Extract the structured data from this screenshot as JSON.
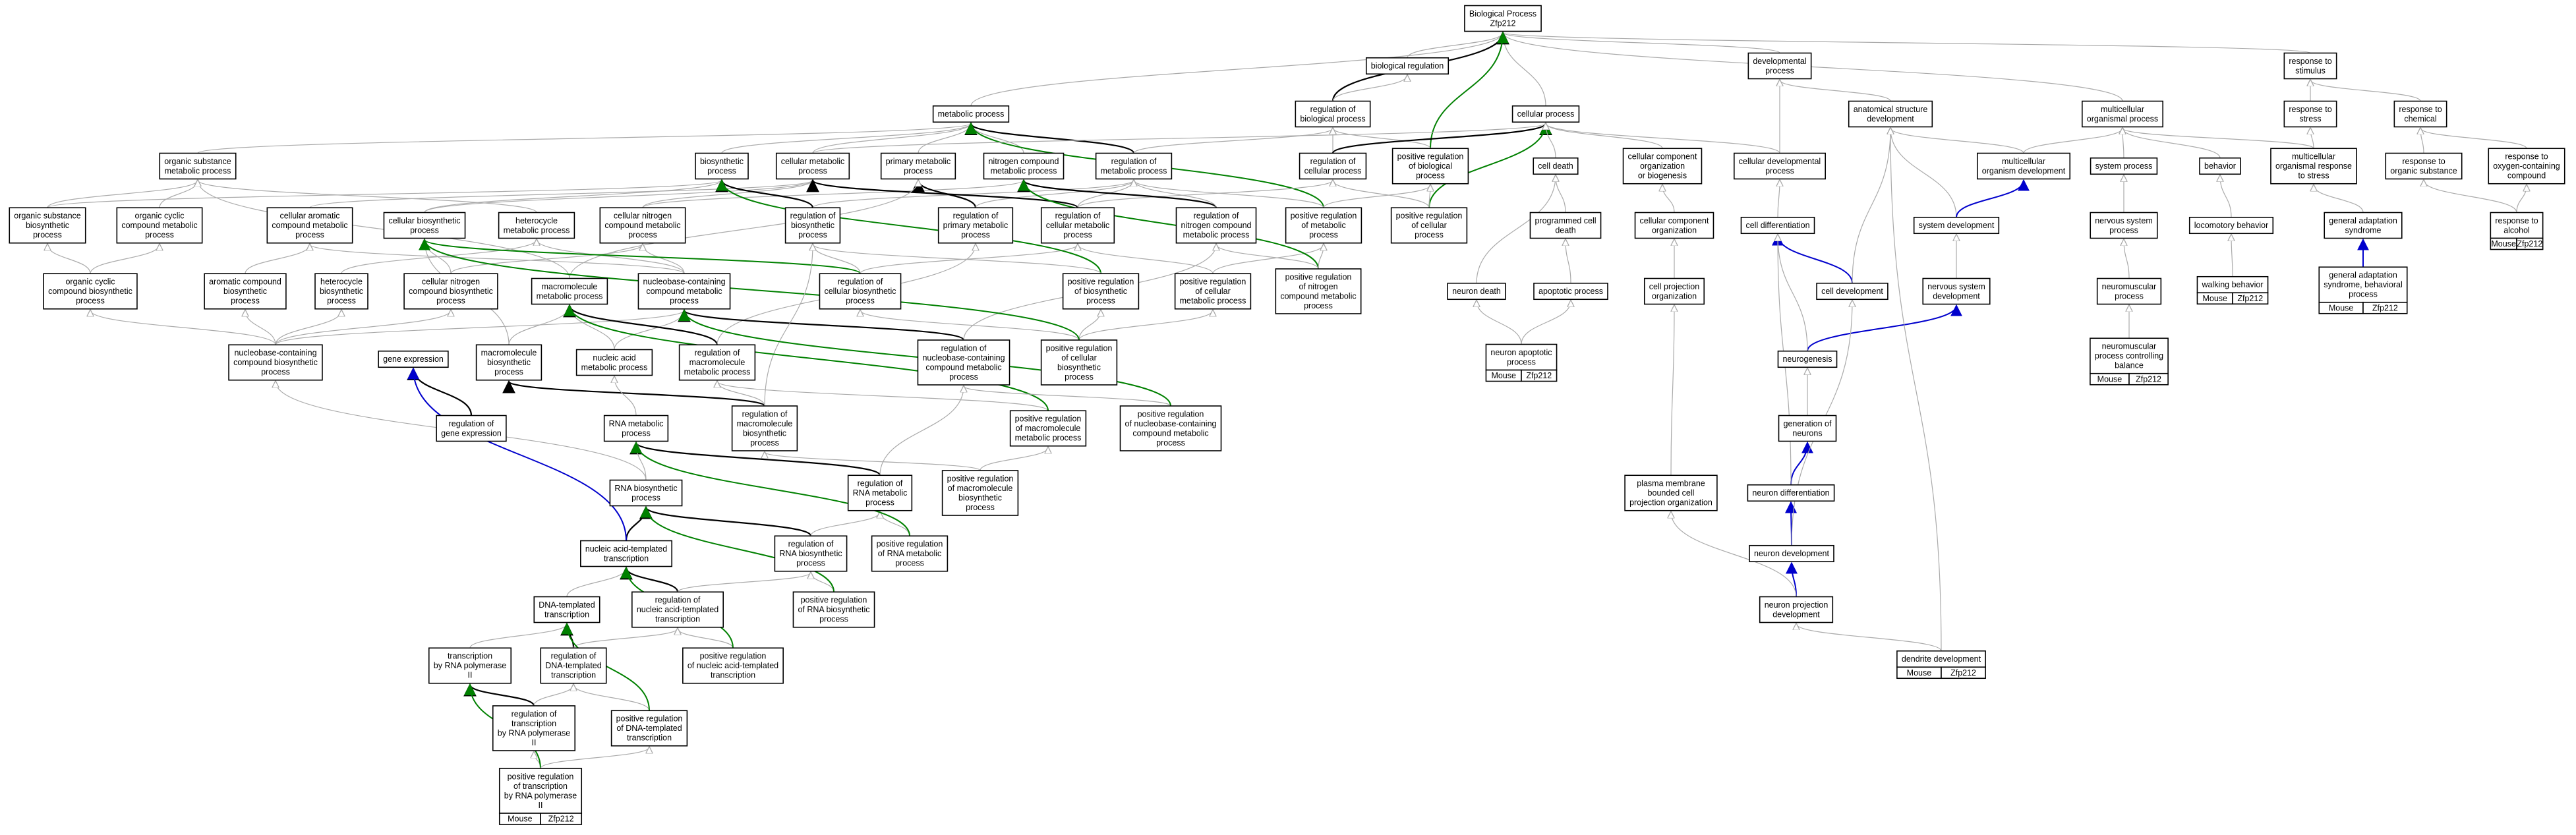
{
  "colors": {
    "is_a": "#aaaaaa",
    "regulates": "#000000",
    "positively_regulates": "#008000",
    "part_of": "#0000cc",
    "annotation": "#a8d8ea"
  },
  "nodes": {
    "root": [
      "Biological Process",
      "Zfp212"
    ],
    "bioreg": [
      "biological regulation"
    ],
    "devproc": [
      "developmental",
      "process"
    ],
    "respstim": [
      "response to",
      "stimulus"
    ],
    "metab": [
      "metabolic process"
    ],
    "regbio": [
      "regulation of",
      "biological process"
    ],
    "cellproc": [
      "cellular process"
    ],
    "anatdev": [
      "anatomical structure",
      "development"
    ],
    "multiorg": [
      "multicellular",
      "organismal process"
    ],
    "respstress": [
      "response to",
      "stress"
    ],
    "respchem": [
      "response to",
      "chemical"
    ],
    "orgsubmet": [
      "organic substance",
      "metabolic process"
    ],
    "biosyn": [
      "biosynthetic",
      "process"
    ],
    "cellmet": [
      "cellular metabolic",
      "process"
    ],
    "primmet": [
      "primary metabolic",
      "process"
    ],
    "nitmet": [
      "nitrogen compound",
      "metabolic process"
    ],
    "regmet": [
      "regulation of",
      "metabolic process"
    ],
    "regcell": [
      "regulation of",
      "cellular process"
    ],
    "posregbio": [
      "positive regulation",
      "of biological",
      "process"
    ],
    "celldeath": [
      "cell death"
    ],
    "ccorg": [
      "cellular component",
      "organization",
      "or biogenesis"
    ],
    "celldevproc": [
      "cellular developmental",
      "process"
    ],
    "multiorgdev": [
      "multicellular",
      "organism development"
    ],
    "sysproc": [
      "system process"
    ],
    "behavior": [
      "behavior"
    ],
    "multiresp": [
      "multicellular",
      "organismal response",
      "to stress"
    ],
    "resporg": [
      "response to",
      "organic substance"
    ],
    "respoxy": [
      "response to",
      "oxygen-containing",
      "compound"
    ],
    "orgsubbio": [
      "organic substance",
      "biosynthetic",
      "process"
    ],
    "orgcyc": [
      "organic cyclic",
      "compound metabolic",
      "process"
    ],
    "cellarom": [
      "cellular aromatic",
      "compound metabolic",
      "process"
    ],
    "cellbio": [
      "cellular biosynthetic",
      "process"
    ],
    "hetmet": [
      "heterocycle",
      "metabolic process"
    ],
    "cellnit": [
      "cellular nitrogen",
      "compound metabolic",
      "process"
    ],
    "regbiosyn": [
      "regulation of",
      "biosynthetic",
      "process"
    ],
    "regprim": [
      "regulation of",
      "primary metabolic",
      "process"
    ],
    "regcellmet": [
      "regulation of",
      "cellular metabolic",
      "process"
    ],
    "regnit": [
      "regulation of",
      "nitrogen compound",
      "metabolic process"
    ],
    "posregmet": [
      "positive regulation",
      "of metabolic",
      "process"
    ],
    "posregcell": [
      "positive regulation",
      "of cellular",
      "process"
    ],
    "progdeath": [
      "programmed cell",
      "death"
    ],
    "ccorg2": [
      "cellular component",
      "organization"
    ],
    "celldiff": [
      "cell differentiation"
    ],
    "sysdev": [
      "system development"
    ],
    "nervproc": [
      "nervous system",
      "process"
    ],
    "locobeh": [
      "locomotory behavior"
    ],
    "genadapt": [
      "general adaptation",
      "syndrome"
    ],
    "respalc": [
      "response to",
      "alcohol"
    ],
    "orgcycbio": [
      "organic cyclic",
      "compound biosynthetic",
      "process"
    ],
    "arombio": [
      "aromatic compound",
      "biosynthetic",
      "process"
    ],
    "hetbio": [
      "heterocycle",
      "biosynthetic",
      "process"
    ],
    "cellnitbio": [
      "cellular nitrogen",
      "compound biosynthetic",
      "process"
    ],
    "macromet": [
      "macromolecule",
      "metabolic process"
    ],
    "nucbasemet": [
      "nucleobase-containing",
      "compound metabolic",
      "process"
    ],
    "regcellbio": [
      "regulation of",
      "cellular biosynthetic",
      "process"
    ],
    "posregbiosyn": [
      "positive regulation",
      "of biosynthetic",
      "process"
    ],
    "posregcellmet": [
      "positive regulation",
      "of cellular",
      "metabolic process"
    ],
    "posregnit": [
      "positive regulation",
      "of nitrogen",
      "compound metabolic",
      "process"
    ],
    "neurdeath": [
      "neuron death"
    ],
    "apopt": [
      "apoptotic process"
    ],
    "cellproj": [
      "cell projection",
      "organization"
    ],
    "celldev": [
      "cell development"
    ],
    "nervdev": [
      "nervous system",
      "development"
    ],
    "neuromusc": [
      "neuromuscular",
      "process"
    ],
    "walkbeh": [
      "walking behavior"
    ],
    "genadaptbeh": [
      "general adaptation",
      "syndrome, behavioral",
      "process"
    ],
    "nucbasebio": [
      "nucleobase-containing",
      "compound biosynthetic",
      "process"
    ],
    "geneexp": [
      "gene expression"
    ],
    "macrobio": [
      "macromolecule",
      "biosynthetic",
      "process"
    ],
    "nucacidmet": [
      "nucleic acid",
      "metabolic process"
    ],
    "regmacromet": [
      "regulation of",
      "macromolecule",
      "metabolic process"
    ],
    "regnucbase": [
      "regulation of",
      "nucleobase-containing",
      "compound metabolic",
      "process"
    ],
    "posregcellbio": [
      "positive regulation",
      "of cellular",
      "biosynthetic",
      "process"
    ],
    "neurapopt": [
      "neuron apoptotic",
      "process"
    ],
    "neurogen": [
      "neurogenesis"
    ],
    "neuromuscbal": [
      "neuromuscular",
      "process controlling",
      "balance"
    ],
    "reggeneexp": [
      "regulation of",
      "gene expression"
    ],
    "regmacrobio": [
      "regulation of",
      "macromolecule",
      "biosynthetic",
      "process"
    ],
    "posregmacromet": [
      "positive regulation",
      "of macromolecule",
      "metabolic process"
    ],
    "posregnucbase": [
      "positive regulation",
      "of nucleobase-containing",
      "compound metabolic",
      "process"
    ],
    "genneur": [
      "generation of",
      "neurons"
    ],
    "rnamet": [
      "RNA metabolic",
      "process"
    ],
    "regrnamet": [
      "regulation of",
      "RNA metabolic",
      "process"
    ],
    "posregmacrobio": [
      "positive regulation",
      "of macromolecule",
      "biosynthetic",
      "process"
    ],
    "rnabio": [
      "RNA biosynthetic",
      "process"
    ],
    "pmproj": [
      "plasma membrane",
      "bounded cell",
      "projection organization"
    ],
    "neurdiff": [
      "neuron differentiation"
    ],
    "regrnabio": [
      "regulation of",
      "RNA biosynthetic",
      "process"
    ],
    "posregrnamet": [
      "positive regulation",
      "of RNA metabolic",
      "process"
    ],
    "nattrans": [
      "nucleic acid-templated",
      "transcription"
    ],
    "neurdevel": [
      "neuron development"
    ],
    "dnatrans": [
      "DNA-templated",
      "transcription"
    ],
    "regnattrans": [
      "regulation of",
      "nucleic acid-templated",
      "transcription"
    ],
    "posregrnabio": [
      "positive regulation",
      "of RNA biosynthetic",
      "process"
    ],
    "neurproj": [
      "neuron projection",
      "development"
    ],
    "transpol": [
      "transcription",
      "by RNA polymerase",
      "II"
    ],
    "regdnatrans": [
      "regulation of",
      "DNA-templated",
      "transcription"
    ],
    "posregnattrans": [
      "positive regulation",
      "of nucleic acid-templated",
      "transcription"
    ],
    "dendrite": [
      "dendrite development"
    ],
    "regtranspol": [
      "regulation of",
      "transcription",
      "by RNA polymerase",
      "II"
    ],
    "posregdnatrans": [
      "positive regulation",
      "of DNA-templated",
      "transcription"
    ],
    "posregtranspol": [
      "positive regulation",
      "of transcription",
      "by RNA polymerase",
      "II"
    ]
  },
  "annotations": {
    "neurapopt": [
      "Mouse",
      "Zfp212"
    ],
    "respalc": [
      "Mouse",
      "Zfp212"
    ],
    "neuromuscbal": [
      "Mouse",
      "Zfp212"
    ],
    "walkbeh": [
      "Mouse",
      "Zfp212"
    ],
    "genadaptbeh": [
      "Mouse",
      "Zfp212"
    ],
    "dendrite": [
      "Mouse",
      "Zfp212"
    ],
    "posregtranspol": [
      "Mouse",
      "Zfp212"
    ]
  }
}
